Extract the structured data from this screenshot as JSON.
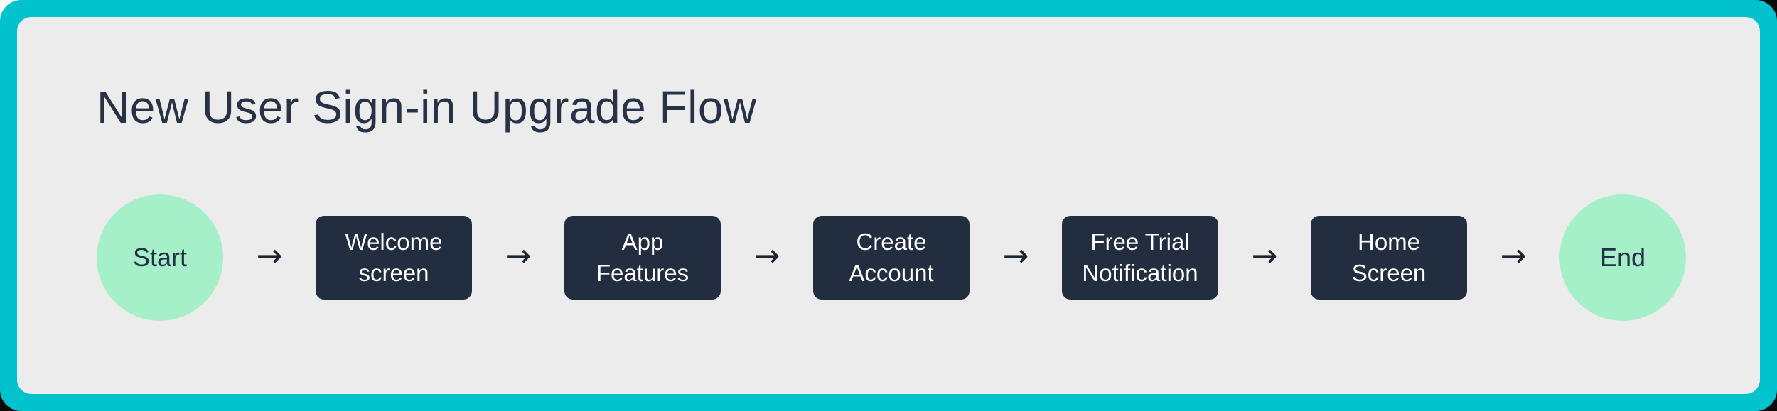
{
  "title": "New User Sign-in Upgrade Flow",
  "flow": {
    "start_label": "Start",
    "end_label": "End",
    "arrow_glyph": "→",
    "steps": [
      {
        "label": "Welcome screen",
        "lines": [
          "Welcome",
          "screen"
        ]
      },
      {
        "label": "App Features",
        "lines": [
          "App",
          "Features"
        ]
      },
      {
        "label": "Create Account",
        "lines": [
          "Create",
          "Account"
        ]
      },
      {
        "label": "Free Trial Notification",
        "lines": [
          "Free Trial",
          "Notification"
        ]
      },
      {
        "label": "Home Screen",
        "lines": [
          "Home",
          "Screen"
        ]
      }
    ]
  },
  "colors": {
    "frame": "#02c3cd",
    "panel_bg": "#ececec",
    "terminal_fill": "#a6f0c9",
    "step_fill": "#222e40",
    "step_text": "#ffffff",
    "title_text": "#273246",
    "arrow": "#1c2430"
  }
}
